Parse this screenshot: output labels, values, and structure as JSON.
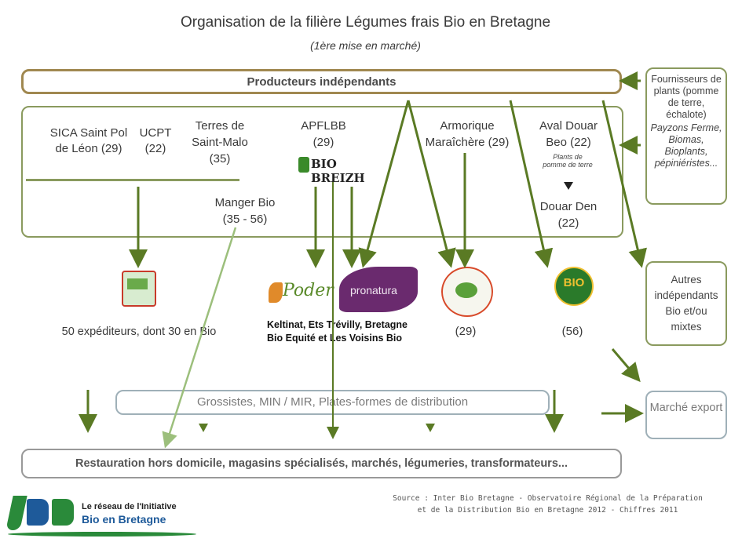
{
  "title": "Organisation de la filière Légumes frais Bio en Bretagne",
  "subtitle": "(1ère mise en marché)",
  "producers": "Producteurs indépendants",
  "suppliers": {
    "heading": "Fournisseurs de plants (pomme de terre, échalote)",
    "examples": "Payzons Ferme, Biomas, Bioplants, pépiniéristes..."
  },
  "groups": {
    "sica": "SICA Saint Pol de Léon (29)",
    "ucpt": "UCPT (22)",
    "terres": "Terres de Saint-Malo (35)",
    "apflbb": "APFLBB (29)",
    "armorique": "Armorique Maraîchère (29)",
    "aval": "Aval Douar Beo (22)",
    "aval_note": "Plants de pomme de terre",
    "douar_den": "Douar Den (22)",
    "manger_bio": "Manger Bio (35 - 56)"
  },
  "logos": {
    "bio_breizh": "BIO BREIZH",
    "poder": "Poder",
    "pronatura": "pronatura",
    "bio_label": "BIO"
  },
  "autres": "Autres indépendants Bio et/ou mixtes",
  "expediteurs": "50 expéditeurs, dont 30 en Bio",
  "keltinat": "Keltinat, Ets Trévilly, Bretagne Bio Equité et Les Voisins Bio",
  "count_29": "(29)",
  "count_56": "(56)",
  "grossistes": "Grossistes, MIN / MIR, Plates-formes de distribution",
  "marche_export": "Marché export",
  "restauration": "Restauration hors domicile, magasins spécialisés, marchés, légumeries, transformateurs...",
  "source_line1": "Source : Inter Bio Bretagne - Observatoire Régional de la Préparation",
  "source_line2": "et de la Distribution Bio en Bretagne 2012 - Chiffres 2011",
  "ibb": {
    "line1": "Le réseau de l'Initiative",
    "line2": "Bio en Bretagne"
  },
  "colors": {
    "arrow": "#5a7a24",
    "light_arrow": "#9cbf7c"
  }
}
